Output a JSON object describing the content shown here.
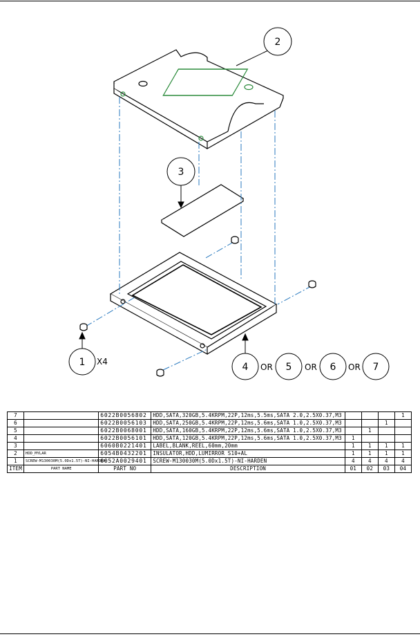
{
  "callouts": {
    "item_2": "2",
    "item_3": "3",
    "item_1": "1",
    "item_1_qty": "X4",
    "item_4": "4",
    "item_5": "5",
    "item_6": "6",
    "item_7": "7",
    "or_text": "OR"
  },
  "bom": {
    "rows": [
      {
        "item": "7",
        "name": "",
        "part_no": "6022B0056802",
        "description": "HDD,SATA,320GB,5.4KRPM,22P,12ms,5.5ms,SATA 2.0,2.5X0.37,M3",
        "q1": "",
        "q2": "",
        "q3": "",
        "q4": "1"
      },
      {
        "item": "6",
        "name": "",
        "part_no": "6022B0056103",
        "description": "HDD,SATA,250GB,5.4KRPM,22P,12ms,5.6ms,SATA 1.0,2.5X0.37,M3",
        "q1": "",
        "q2": "",
        "q3": "1",
        "q4": ""
      },
      {
        "item": "5",
        "name": "",
        "part_no": "6022B0068001",
        "description": "HDD,SATA,160GB,5.4KRPM,22P,12ms,5.6ms,SATA 1.0,2.5X0.37,M3",
        "q1": "",
        "q2": "1",
        "q3": "",
        "q4": ""
      },
      {
        "item": "4",
        "name": "",
        "part_no": "6022B0056101",
        "description": "HDD,SATA,120GB,5.4KRPM,22P,12ms,5.6ms,SATA 1.0,2.5X0.37,M3",
        "q1": "1",
        "q2": "",
        "q3": "",
        "q4": ""
      },
      {
        "item": "3",
        "name": "",
        "part_no": "6060B0221401",
        "description": "LABEL,BLANK,REEL,60mm,20mm",
        "q1": "1",
        "q2": "1",
        "q3": "1",
        "q4": "1"
      },
      {
        "item": "2",
        "name": "HDD_MYLAR",
        "part_no": "6054B0432201",
        "description": "INSULATOR,HDD,LUMIRROR S10+AL",
        "q1": "1",
        "q2": "1",
        "q3": "1",
        "q4": "1"
      },
      {
        "item": "1",
        "name": "SCREW-M130030M(5.0Dx1.5T)-NI-HARDEN",
        "part_no": "6052A0029401",
        "description": "SCREW-M130030M(5.0Dx1.5T)-NI-HARDEN",
        "q1": "4",
        "q2": "4",
        "q3": "4",
        "q4": "4"
      }
    ],
    "header": {
      "item": "ITEM",
      "name": "PART NAME",
      "part_no": "PART NO",
      "description": "DESCRIPTION",
      "q1": "01",
      "q2": "02",
      "q3": "03",
      "q4": "04"
    }
  }
}
